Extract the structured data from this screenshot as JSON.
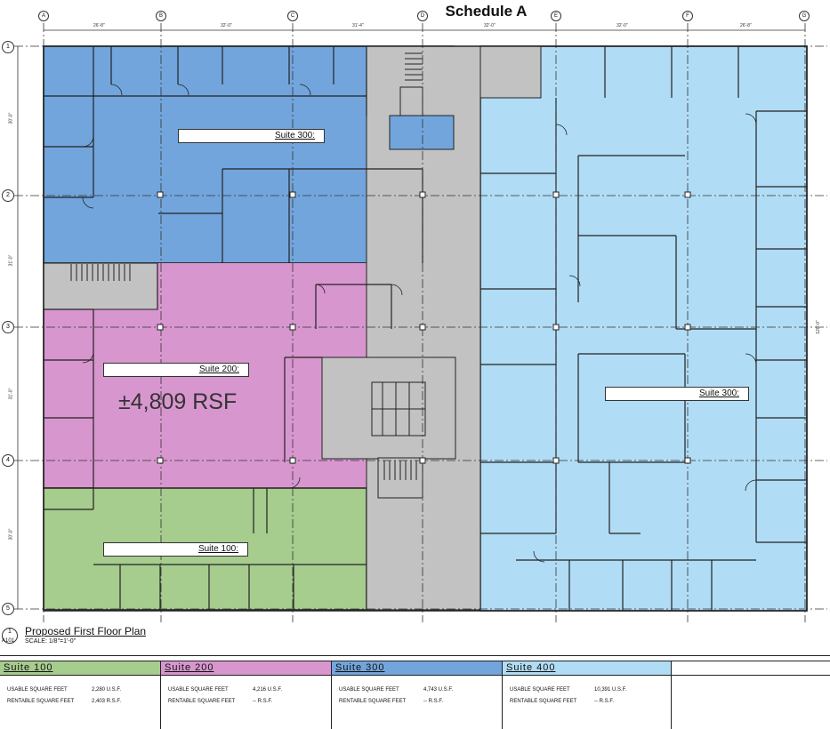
{
  "title": "Schedule A",
  "grid_columns": [
    "A",
    "B",
    "C",
    "D",
    "E",
    "F",
    "G"
  ],
  "grid_rows": [
    "1",
    "2",
    "3",
    "4",
    "5"
  ],
  "dimensions": {
    "top": [
      "26'-8\"",
      "32'-0\"",
      "31'-4\"",
      "32'-0\"",
      "32'-0\"",
      "26'-8\""
    ],
    "left": [
      "30'-0\"",
      "31'-0\"",
      "31'-0\"",
      "30'-0\""
    ],
    "right": "120'-0\""
  },
  "floor_labels": {
    "suite300_west": "Suite 300:",
    "suite200": "Suite 200:",
    "suite100": "Suite 100:",
    "suite300_east": "Suite 300:"
  },
  "area_callout": "±4,809 RSF",
  "plan": {
    "number": "1",
    "sheet": "A101",
    "title": "Proposed First Floor Plan",
    "scale": "SCALE: 1/8\"=1'-0\""
  },
  "colors": {
    "suite100": "#a6cc8e",
    "suite200": "#d896cf",
    "suite300": "#72a5dc",
    "suite400": "#b0dcf5",
    "core": "#c2c2c2"
  },
  "schedule": [
    {
      "name": "Suite 100",
      "color": "#a6cc8e",
      "usable_label": "USABLE SQUARE FEET",
      "usable": "2,280 U.S.F.",
      "rentable_label": "RENTABLE SQUARE FEET",
      "rentable": "2,403 R.S.F."
    },
    {
      "name": "Suite 200",
      "color": "#d896cf",
      "usable_label": "USABLE SQUARE FEET",
      "usable": "4,216 U.S.F.",
      "rentable_label": "RENTABLE SQUARE FEET",
      "rentable": "-- R.S.F."
    },
    {
      "name": "Suite 300",
      "color": "#72a5dc",
      "usable_label": "USABLE SQUARE FEET",
      "usable": "4,743 U.S.F.",
      "rentable_label": "RENTABLE SQUARE FEET",
      "rentable": "-- R.S.F."
    },
    {
      "name": "Suite 400",
      "color": "#b0dcf5",
      "usable_label": "USABLE SQUARE FEET",
      "usable": "10,391 U.S.F.",
      "rentable_label": "RENTABLE SQUARE FEET",
      "rentable": "-- R.S.F."
    }
  ]
}
